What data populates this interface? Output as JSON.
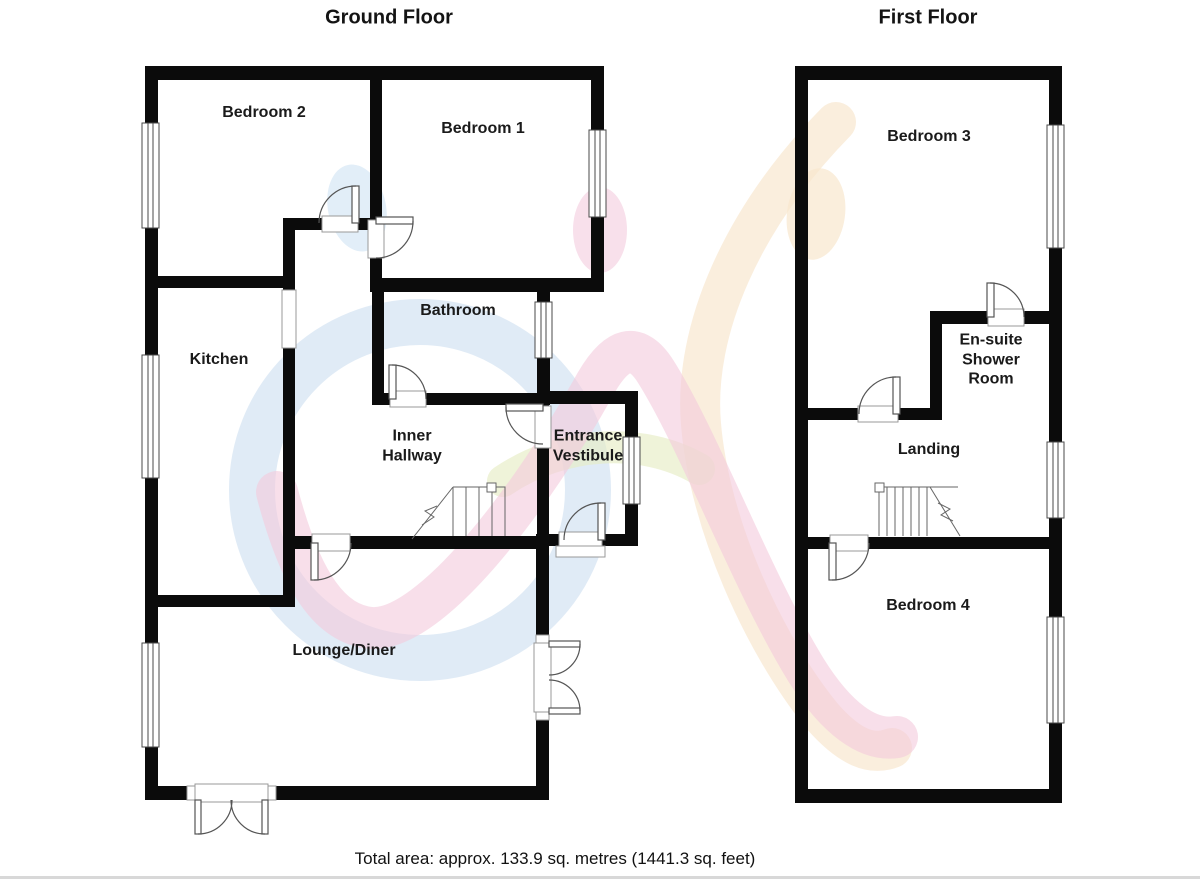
{
  "ground_floor": {
    "title": "Ground Floor",
    "rooms": {
      "bedroom2": "Bedroom 2",
      "bedroom1": "Bedroom 1",
      "kitchen": "Kitchen",
      "bathroom": "Bathroom",
      "inner_hallway": "Inner\nHallway",
      "entrance_vestibule": "Entrance\nVestibule",
      "lounge_diner": "Lounge/Diner"
    }
  },
  "first_floor": {
    "title": "First Floor",
    "rooms": {
      "bedroom3": "Bedroom 3",
      "ensuite": "En-suite\nShower\nRoom",
      "landing": "Landing",
      "bedroom4": "Bedroom 4"
    }
  },
  "footer": {
    "total_area": "Total area: approx. 133.9 sq. metres (1441.3 sq. feet)"
  },
  "colors": {
    "wall": "#0b0b0b",
    "glyph_line": "#555555",
    "watermark_blue": "#c2d8ee",
    "watermark_pink": "#f4c9dc",
    "watermark_tan": "#f6e3c6",
    "watermark_green": "#e7ecc5",
    "text": "#1a1a1a"
  }
}
